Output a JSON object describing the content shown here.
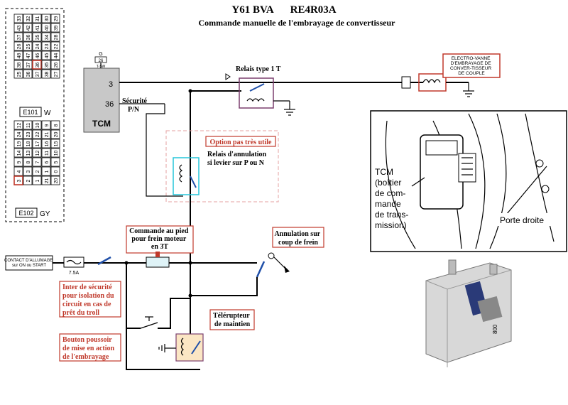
{
  "title": {
    "model": "Y61  BVA",
    "gearbox": "RE4R03A",
    "subtitle": "Commande manuelle de l'embrayage de convertisseur"
  },
  "connector_top": {
    "code": "E101",
    "suffix": "W",
    "rows": [
      [
        "33",
        "32",
        "31",
        "30",
        "29"
      ],
      [
        "43",
        "42",
        "41",
        "40",
        "39"
      ],
      [
        "37",
        "36",
        "35",
        "34",
        "28"
      ],
      [
        "26",
        "25",
        "24",
        "23",
        "22"
      ],
      [
        "48",
        "47",
        "46",
        "45",
        "44"
      ],
      [
        "38",
        "37",
        "36",
        "35",
        "26"
      ],
      [
        "25",
        "36",
        "37",
        "38",
        "27"
      ]
    ],
    "highlight": [
      "36"
    ]
  },
  "connector_bottom": {
    "code": "E102",
    "suffix": "GY",
    "rows": [
      [
        "12",
        "11",
        "10",
        "9",
        "8"
      ],
      [
        "24",
        "23",
        "22",
        "21",
        "20"
      ],
      [
        "19",
        "18",
        "17",
        "16",
        "15"
      ],
      [
        "14",
        "13",
        "12",
        "11",
        "10"
      ],
      [
        "9",
        "8",
        "7",
        "6",
        "5"
      ],
      [
        "4",
        "3",
        "2",
        "1",
        "0"
      ],
      [
        "3",
        "2",
        "1",
        "21",
        "20"
      ]
    ],
    "highlight": [
      "3"
    ]
  },
  "tcm_block": {
    "label": "TCM",
    "pin_3": "3",
    "pin_36": "36",
    "fuse_top": "26",
    "top_label": "G",
    "top_sublabel": "T-SW"
  },
  "labels": {
    "securite": "Sécurité",
    "pn": "P/N",
    "relais_type": "Relais type 1 T",
    "electrovanne": [
      "ELECTRO-VANNE",
      "D'EMBRAYAGE DE",
      "CONVER-TISSEUR",
      "DE  COUPLE"
    ],
    "option": "Option pas très utile",
    "relais_annulation": [
      "Relais d'annulation",
      "si levier sur P ou N"
    ],
    "commande_pied": [
      "Commande au pied",
      "pour frein moteur",
      "en 3T"
    ],
    "annulation_frein": [
      "Annulation sur",
      "coup de frein"
    ],
    "contact": [
      "CONTACT D'ALLUMAGE",
      "sur ON ou START"
    ],
    "fuse": "7.5A",
    "inter_securite": [
      "Inter de sécurité",
      "pour isolation du",
      "circuit en cas de",
      "prêt du troll"
    ],
    "telerupteur": [
      "Télérupteur",
      "de maintien"
    ],
    "bouton": [
      "Bouton poussoir",
      "de mise en action",
      "de l'embrayage"
    ],
    "photo_tcm": [
      "TCM",
      "(boîtier",
      "de com-",
      "mande",
      "de trans-",
      "mission)"
    ],
    "porte_droite": "Porte droite",
    "ecu_code": "800"
  },
  "colors": {
    "red_label": "#c0392b",
    "cyan_box": "#26c6da",
    "purple_box": "#7b3f6e",
    "blue_switch": "#1f4fa8",
    "dashed": "#e6a0a0"
  }
}
